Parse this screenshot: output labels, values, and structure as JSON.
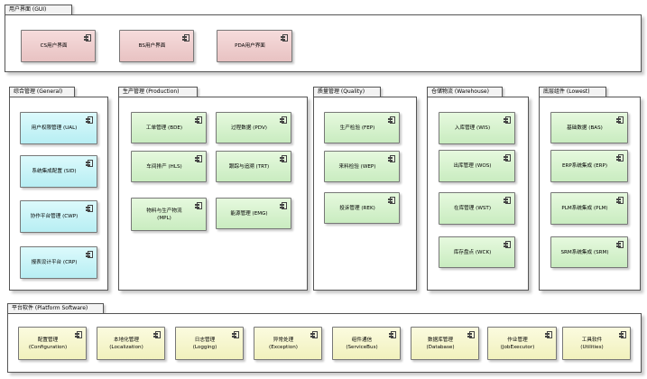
{
  "packages": {
    "gui": {
      "title": "用户界面 (GUI)",
      "components": [
        "CS用户界面",
        "BS用户界面",
        "PDA用户界面"
      ]
    },
    "general": {
      "title": "综合管理 (General)",
      "components": [
        "用户权限管理 (UAL)",
        "系统集成配置 (SID)",
        "协作平台管理 (CWP)",
        "报表设计平台 (CRP)"
      ]
    },
    "production": {
      "title": "生产管理 (Production)",
      "components": [
        "工单管理 (BDE)",
        "过程数据 (PDV)",
        "车间排产 (HLS)",
        "跟踪与追溯 (TRT)",
        "物料与生产物流\n(MPL)",
        "能源管理 (EMG)"
      ]
    },
    "quality": {
      "title": "质量管理 (Quality)",
      "components": [
        "生产检验 (FEP)",
        "来料检验 (WEP)",
        "投诉管理 (REK)"
      ]
    },
    "warehouse": {
      "title": "仓储物流 (Warehouse)",
      "components": [
        "入库管理 (WIS)",
        "出库管理 (WOS)",
        "在库管理 (WST)",
        "库存盘点 (WCK)"
      ]
    },
    "lowest": {
      "title": "底层组件 (Lowest)",
      "components": [
        "基础数据 (BAS)",
        "ERP系统集成 (ERP)",
        "PLM系统集成 (PLM)",
        "SRM系统集成 (SRM)"
      ]
    },
    "platform": {
      "title": "平台软件 (Platform Software)",
      "components": [
        "配置管理\n(Configuration)",
        "本地化管理\n(Localization)",
        "日志管理\n(Logging)",
        "异常处理\n(Exception)",
        "组件通信\n(ServiceBus)",
        "数据库管理\n(Database)",
        "作业管理\n(JobExecutor)",
        "工具软件\n(Utilities)"
      ]
    }
  },
  "colors": {
    "gui": "#f2d2d2",
    "general": "#c6f4f7",
    "production": "#d6f3cc",
    "quality": "#d6f3cc",
    "warehouse": "#d6f3cc",
    "lowest": "#d6f3cc",
    "platform": "#f7f7cf"
  },
  "icon": "uml-component-icon"
}
